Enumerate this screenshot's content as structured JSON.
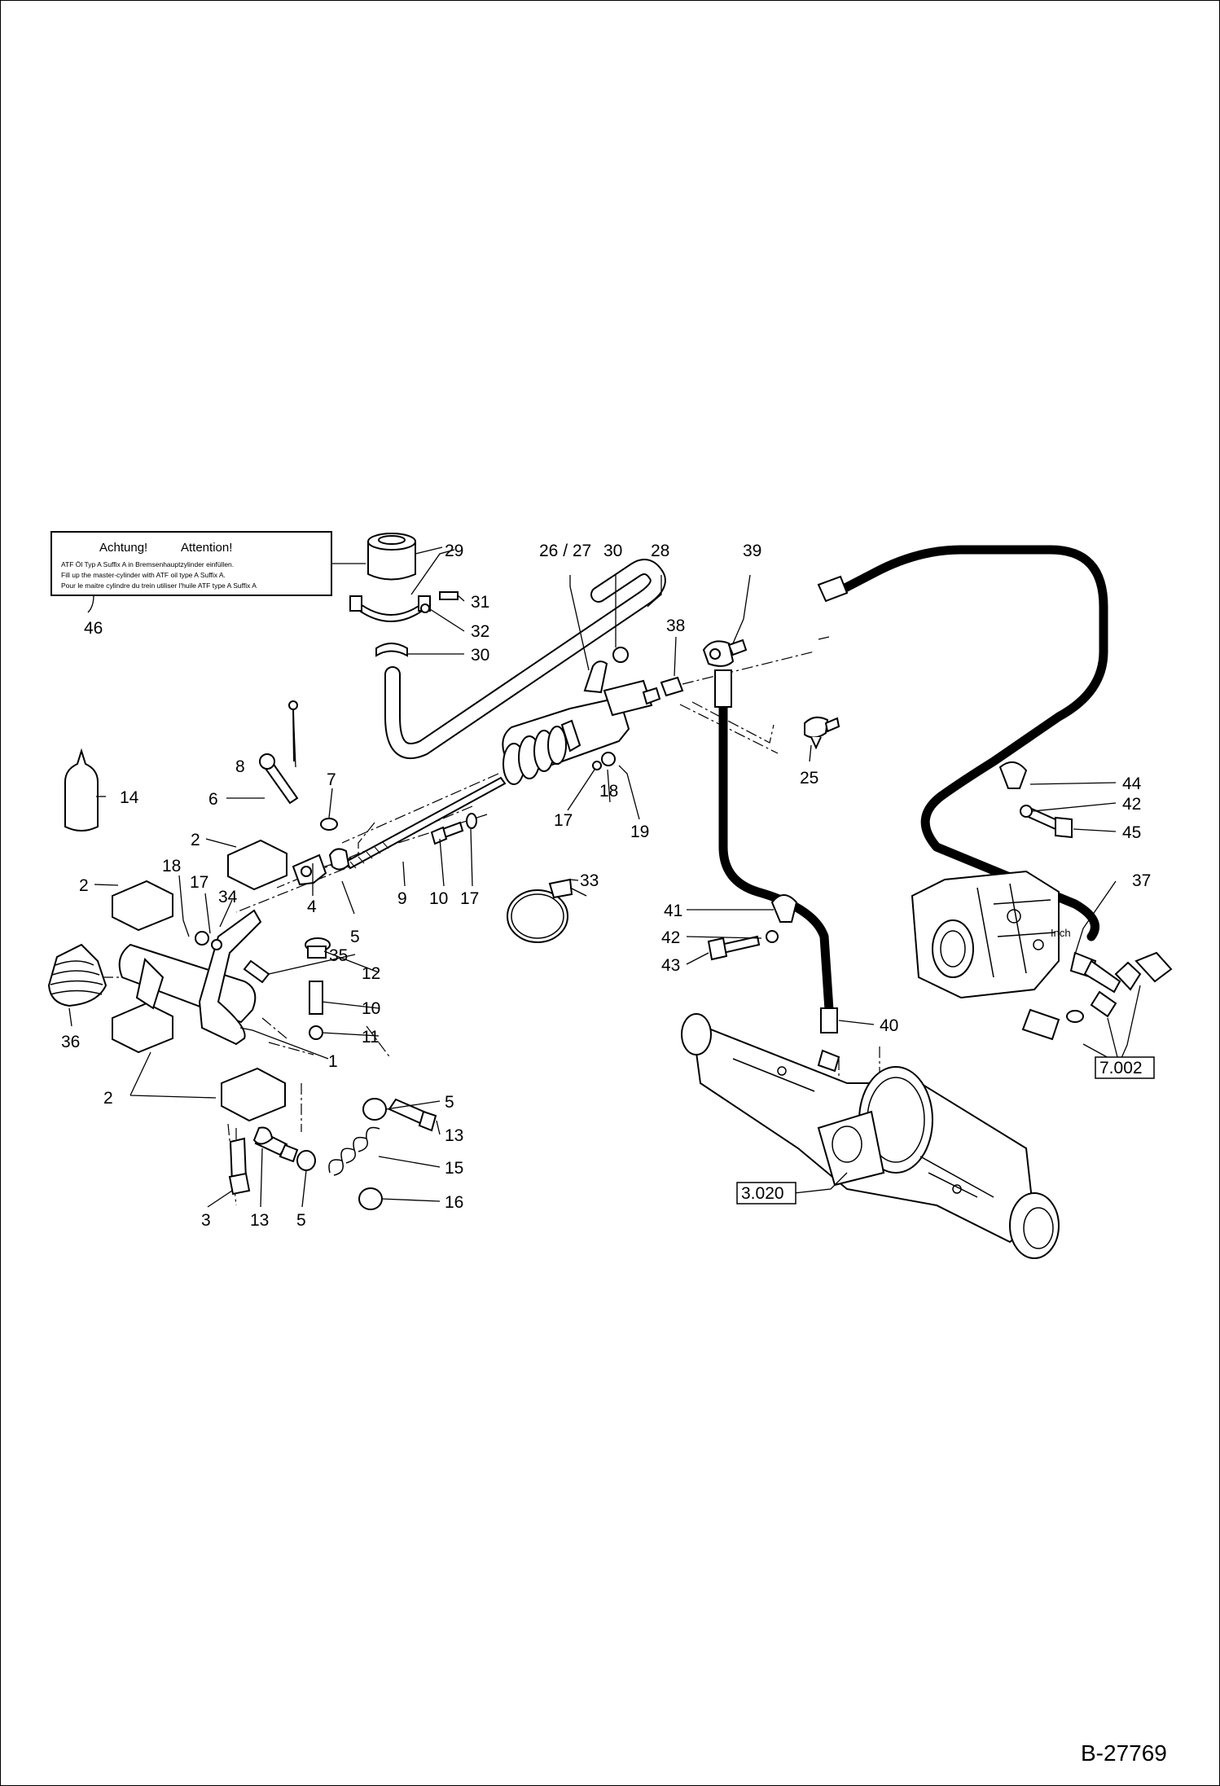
{
  "drawing_number": "B-27769",
  "warning_label": {
    "title_de": "Achtung!",
    "title_en": "Attention!",
    "line_de": "ATF Öl Typ A Suffix A in Bremsenhauptzylinder einfüllen.",
    "line_en": "Fill up the master-cylinder with ATF oil type A Suffix A.",
    "line_fr": "Pour le maitre cylindre du trein utiliser l'huile ATF type A Suffix A"
  },
  "callouts": [
    {
      "id": "c46",
      "text": "46"
    },
    {
      "id": "c29",
      "text": "29"
    },
    {
      "id": "c31",
      "text": "31"
    },
    {
      "id": "c32",
      "text": "32"
    },
    {
      "id": "c30a",
      "text": "30"
    },
    {
      "id": "c2627",
      "text": "26 / 27"
    },
    {
      "id": "c30b",
      "text": "30"
    },
    {
      "id": "c28",
      "text": "28"
    },
    {
      "id": "c39",
      "text": "39"
    },
    {
      "id": "c38",
      "text": "38"
    },
    {
      "id": "c25",
      "text": "25"
    },
    {
      "id": "c8",
      "text": "8"
    },
    {
      "id": "c7",
      "text": "7"
    },
    {
      "id": "c6",
      "text": "6"
    },
    {
      "id": "c14",
      "text": "14"
    },
    {
      "id": "c2a",
      "text": "2"
    },
    {
      "id": "c2b",
      "text": "2"
    },
    {
      "id": "c18a",
      "text": "18"
    },
    {
      "id": "c17a",
      "text": "17"
    },
    {
      "id": "c34",
      "text": "34"
    },
    {
      "id": "c18b",
      "text": "18"
    },
    {
      "id": "c17b",
      "text": "17"
    },
    {
      "id": "c19",
      "text": "19"
    },
    {
      "id": "c4",
      "text": "4"
    },
    {
      "id": "c5a",
      "text": "5"
    },
    {
      "id": "c9",
      "text": "9"
    },
    {
      "id": "c10a",
      "text": "10"
    },
    {
      "id": "c17c",
      "text": "17"
    },
    {
      "id": "c33",
      "text": "33"
    },
    {
      "id": "c35",
      "text": "35"
    },
    {
      "id": "c12",
      "text": "12"
    },
    {
      "id": "c10b",
      "text": "10"
    },
    {
      "id": "c11",
      "text": "11"
    },
    {
      "id": "c1",
      "text": "1"
    },
    {
      "id": "c36",
      "text": "36"
    },
    {
      "id": "c2c",
      "text": "2"
    },
    {
      "id": "c5b",
      "text": "5"
    },
    {
      "id": "c13a",
      "text": "13"
    },
    {
      "id": "c15",
      "text": "15"
    },
    {
      "id": "c16",
      "text": "16"
    },
    {
      "id": "c3",
      "text": "3"
    },
    {
      "id": "c13b",
      "text": "13"
    },
    {
      "id": "c5c",
      "text": "5"
    },
    {
      "id": "c44",
      "text": "44"
    },
    {
      "id": "c42a",
      "text": "42"
    },
    {
      "id": "c45",
      "text": "45"
    },
    {
      "id": "c37",
      "text": "37"
    },
    {
      "id": "c41",
      "text": "41"
    },
    {
      "id": "c42b",
      "text": "42"
    },
    {
      "id": "c43",
      "text": "43"
    },
    {
      "id": "c40",
      "text": "40"
    }
  ],
  "references": [
    {
      "id": "r7002",
      "text": "7.002"
    },
    {
      "id": "r3020",
      "text": "3.020"
    }
  ],
  "pump_marking": "Inch"
}
